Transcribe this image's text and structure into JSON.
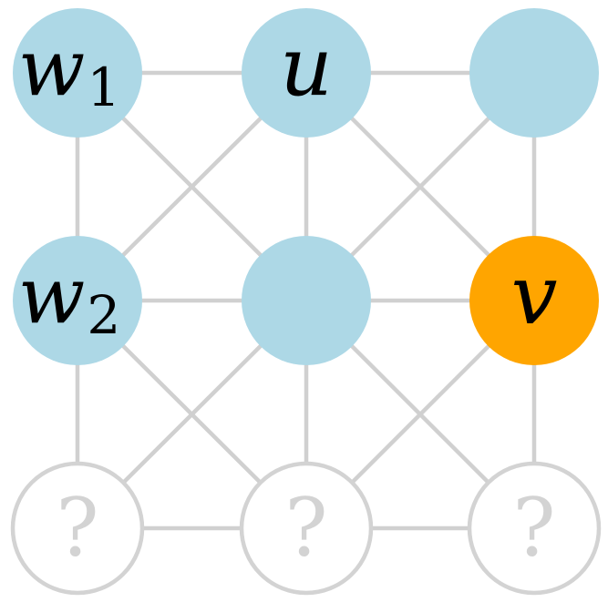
{
  "diagram": {
    "nodes": {
      "w1": {
        "label": "w",
        "subscript": "1",
        "state": "known"
      },
      "u": {
        "label": "u",
        "state": "known"
      },
      "top_right": {
        "label": "",
        "state": "known"
      },
      "w2": {
        "label": "w",
        "subscript": "2",
        "state": "known"
      },
      "center": {
        "label": "",
        "state": "known"
      },
      "v": {
        "label": "v",
        "state": "target"
      },
      "bottom_left": {
        "label": "?",
        "state": "unknown"
      },
      "bottom_center": {
        "label": "?",
        "state": "unknown"
      },
      "bottom_right": {
        "label": "?",
        "state": "unknown"
      }
    },
    "colors": {
      "known": "#add8e6",
      "target": "#ffa500",
      "unknown_stroke": "#d3d3d3",
      "edge": "#d0d0d0"
    }
  }
}
